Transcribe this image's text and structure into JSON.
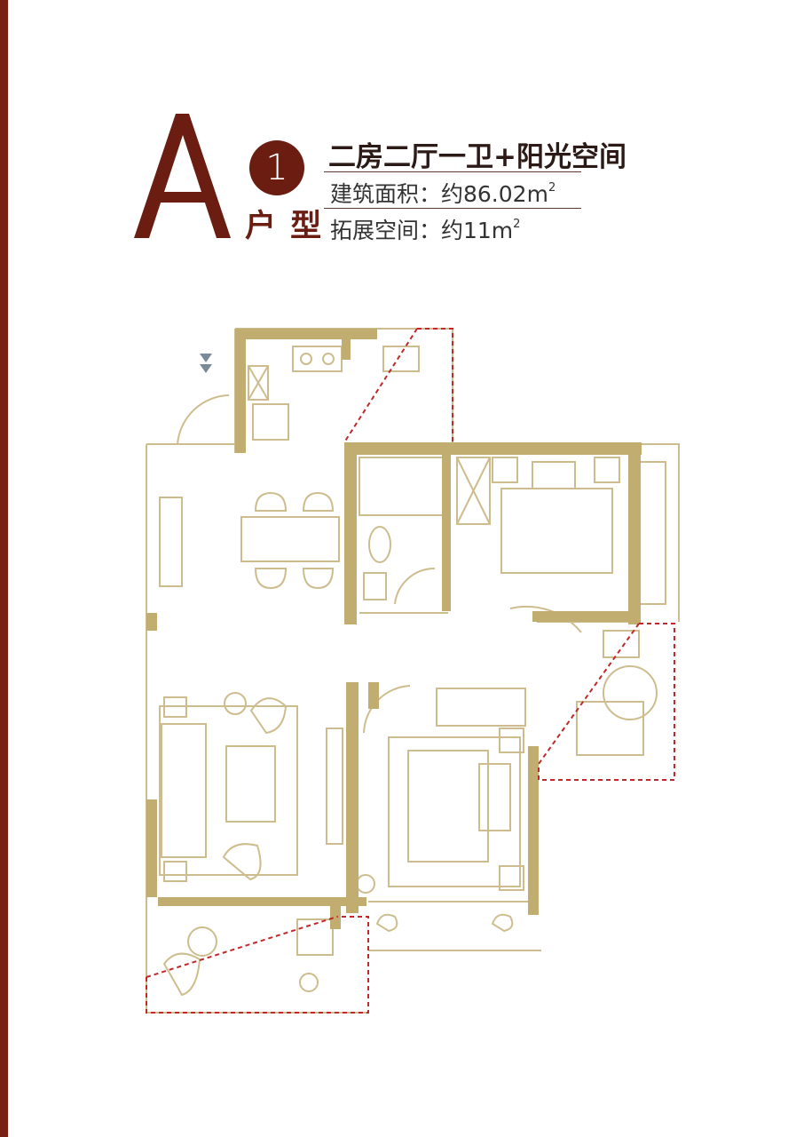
{
  "header": {
    "letter": "A",
    "number": "1",
    "unit_label": "户 型",
    "title": "二房二厅一卫+阳光空间",
    "area_label": "建筑面积：约86.02m",
    "area_sup": "2",
    "ext_label": "拓展空间：约11m",
    "ext_sup": "2"
  },
  "colors": {
    "brand": "#7a1f16",
    "badge": "#6b1d12",
    "wall": "#c2ad71",
    "line": "#cdbd8e",
    "dashed": "#c0282a"
  },
  "icons": [
    "entry-arrow-icon",
    "stove-icon",
    "sink-icon",
    "toilet-icon",
    "bed-icon",
    "sofa-icon",
    "chair-icon",
    "plant-icon"
  ]
}
